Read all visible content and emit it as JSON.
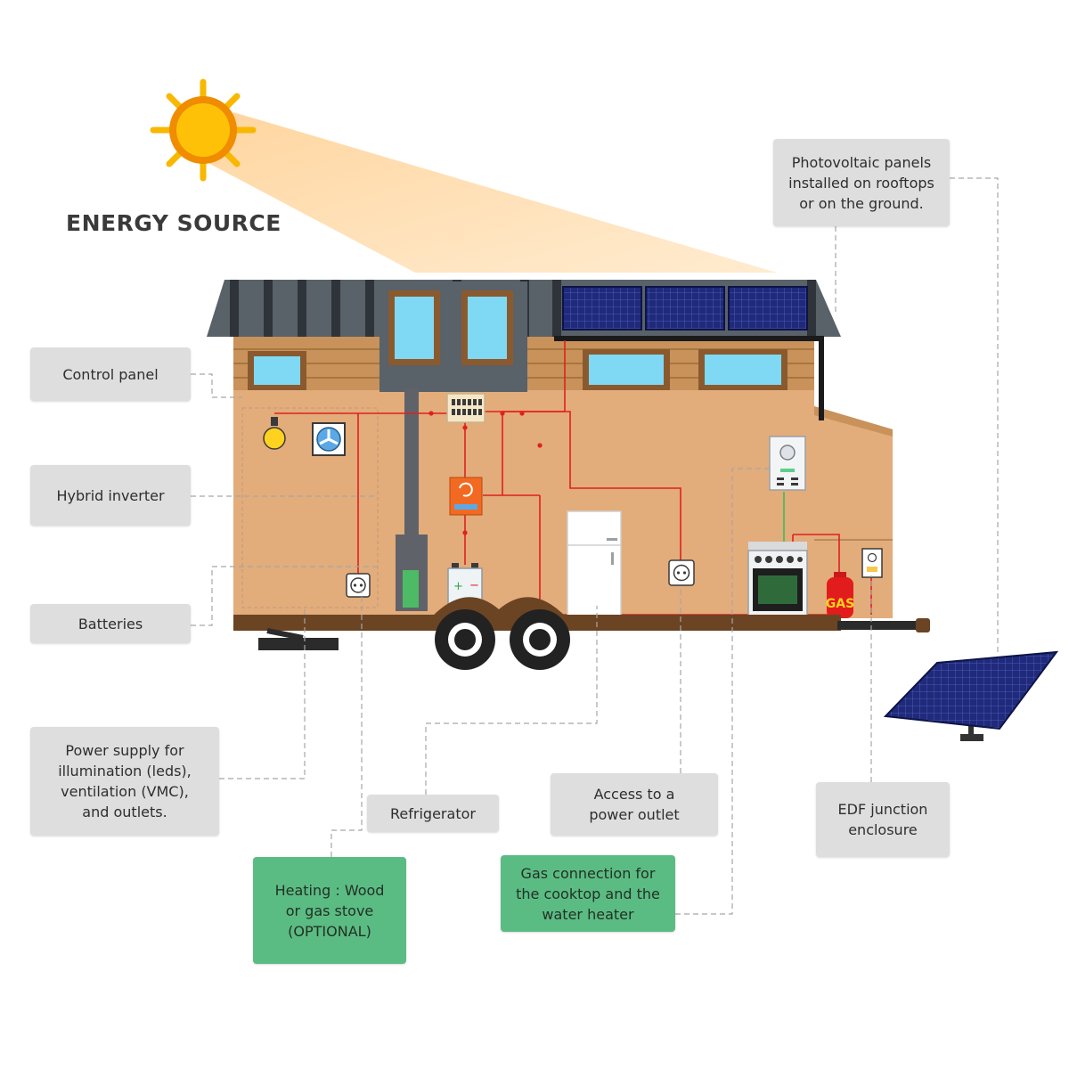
{
  "title": "ENERGY SOURCE",
  "gas_tank_text": "GAS",
  "labels": {
    "pv_panels": "Photovoltaic panels\ninstalled on rooftops\nor on the ground.",
    "control_panel": "Control panel",
    "hybrid_inverter": "Hybrid inverter",
    "batteries": "Batteries",
    "power_supply": "Power supply for\nillumination (leds),\nventilation (VMC),\nand outlets.",
    "refrigerator": "Refrigerator",
    "power_outlet": "Access to a\npower outlet",
    "edf_junction": "EDF junction\nenclosure",
    "heating": "Heating : Wood\nor gas stove\n(OPTIONAL)",
    "gas_connection": "Gas connection for\nthe cooktop and the\nwater heater"
  },
  "colors": {
    "sun": "#f5a623",
    "sun_core": "#ffc107",
    "wall": "#e3ac7b",
    "roof": "#596169",
    "solar_panel": "#1f2a7a",
    "window": "#7fd9f5",
    "wire_red": "#e02020",
    "label_grey": "#dedede",
    "label_green": "#5bbc83"
  }
}
